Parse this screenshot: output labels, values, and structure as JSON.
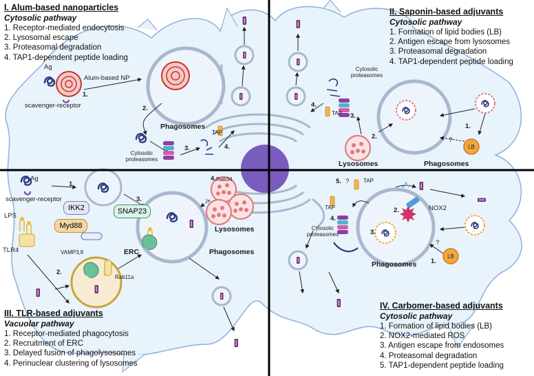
{
  "panels": {
    "p1": {
      "title": "I. Alum-based nanoparticles",
      "pathway": "Cytosolic pathway",
      "steps": [
        "1. Receptor-mediated endocytosis",
        "2. Lysosomal escape",
        "3. Proteasomal degradation",
        "4. TAP1-dependent peptide loading"
      ]
    },
    "p2": {
      "title": "II. Saponin-based adjuvants",
      "pathway": "Cytosolic pathway",
      "steps": [
        "1. Formation of lipid bodies (LB)",
        "2. Antigen escape from lysosomes",
        "3. Proteasomal degradation",
        "4. TAP1-dependent peptide loading"
      ]
    },
    "p3": {
      "title": "III. TLR-based adjuvants",
      "pathway": "Vacuolar pathway",
      "steps": [
        "1. Receptor-mediated phagocytosis",
        "2. Recruitment of ERC",
        "3. Delayed fusion of phagolysosomes",
        "4. Perinuclear clustering of lysosomes"
      ]
    },
    "p4": {
      "title": "IV. Carbomer-based adjuvants",
      "pathway": "Cytosolic pathway",
      "steps": [
        "1. Formation of lipid bodies (LB)",
        "2. NOX2-mediated ROS",
        "3. Antigen escape from endosomes",
        "4. Proteasomal degradation",
        "5. TAP1-dependent peptide loading"
      ]
    }
  },
  "labels": {
    "ag": "Ag",
    "ag_q3": "Ag",
    "alum_np": "Alum-based NP",
    "scavenger": "scavenger-receptor",
    "scavenger_q3": "scavenger-receptor",
    "phagosomes_q1": "Phagosomes",
    "phagosomes_q2": "Phagosomes",
    "phagosomes_q3": "Phagosomes",
    "phagosomes_q4": "Phagosomes",
    "lysosomes_q2": "Lysosomes",
    "lysosomes_q3": "Lysosomes",
    "cyto_prot_q1": "Cytosolic proteasomes",
    "cyto_prot_q2": "Cytosolic proteasomes",
    "cyto_prot_q4": "Cytosolic proteasomes",
    "tap_q1": "TAP",
    "tap_q2": "TAP",
    "tap_q4a": "TAP",
    "tap_q4b": "TAP",
    "lb_q2": "LB",
    "lb_q4": "LB",
    "question": "?",
    "lps": "LPS",
    "tlr4": "TLR4",
    "ikk2": "IKK2",
    "myd88": "Myd88",
    "snap23": "SNAP23",
    "vamp": "VAMP3,8",
    "erc": "ERC",
    "rab11a": "Rab11a",
    "rab34": "Rab34",
    "nox2": "NOX2"
  },
  "steps_markers": {
    "q1": [
      "1.",
      "2.",
      "3.",
      "4."
    ],
    "q2": [
      "1.",
      "2.",
      "3.",
      "4."
    ],
    "q3": [
      "1.",
      "2.",
      "3.",
      "4."
    ],
    "q4": [
      "1.",
      "2.",
      "3.",
      "4.",
      "5."
    ]
  },
  "colors": {
    "cell_fill": "#e8f3fb",
    "cell_stroke": "#8eaedb",
    "nucleus": "#7a5cbf",
    "membrane": "#a9b7cf",
    "divider": "#000000",
    "lysosome": "#e07a80",
    "lipid_body": "#f2a640",
    "antigen": "#2c3a7e",
    "tap": "#f4b44a",
    "myd88": "#f6d6a4",
    "snap23": "#dcf3e9",
    "ikk2": "#e4e7f6",
    "rab34": "#d8f2d4"
  }
}
